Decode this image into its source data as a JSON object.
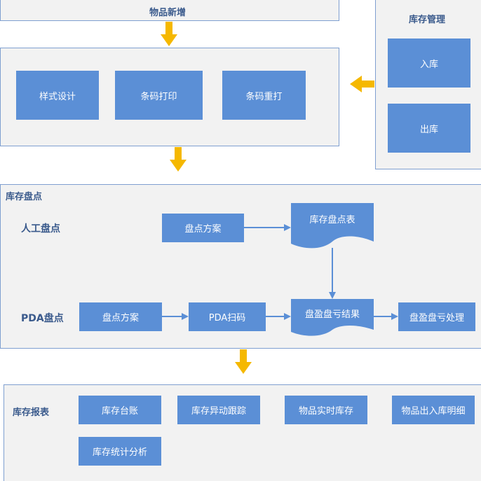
{
  "top": {
    "title": "物品新增"
  },
  "print_group": {
    "items": [
      "样式设计",
      "条码打印",
      "条码重打"
    ]
  },
  "warehouse": {
    "title": "库存管理",
    "items": [
      "入库",
      "出库"
    ]
  },
  "inventory": {
    "title": "库存盘点",
    "manual": {
      "label": "人工盘点",
      "plan": "盘点方案",
      "table": "库存盘点表"
    },
    "pda": {
      "label": "PDA盘点",
      "plan": "盘点方案",
      "scan": "PDA扫码",
      "result": "盘盈盘亏结果",
      "process": "盘盈盘亏处理"
    }
  },
  "reports": {
    "title": "库存报表",
    "items": [
      "库存台账",
      "库存异动跟踪",
      "物品实时库存",
      "物品出入库明细",
      "库存统计分析"
    ]
  },
  "colors": {
    "node": "#5b8fd6",
    "panel": "#f2f2f2",
    "border": "#7f9fd0",
    "flow_arrow": "#f5b800",
    "link_arrow": "#5b8fd6"
  }
}
